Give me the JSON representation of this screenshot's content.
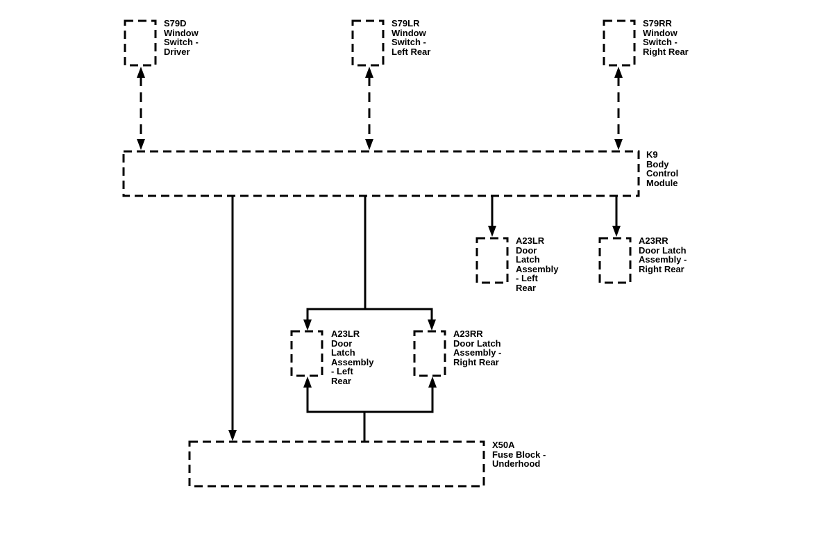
{
  "components": {
    "s79d": {
      "id": "S79D",
      "name": "Window\nSwitch -\nDriver"
    },
    "s79lr": {
      "id": "S79LR",
      "name": "Window\nSwitch -\nLeft Rear"
    },
    "s79rr": {
      "id": "S79RR",
      "name": "Window\nSwitch -\nRight Rear"
    },
    "k9": {
      "id": "K9",
      "name": "Body\nControl\nModule"
    },
    "a23lr_upper": {
      "id": "A23LR",
      "name": "Door\nLatch\nAssembly\n- Left\nRear"
    },
    "a23rr_upper": {
      "id": "A23RR",
      "name": "Door Latch\nAssembly -\nRight Rear"
    },
    "a23lr_lower": {
      "id": "A23LR",
      "name": "Door\nLatch\nAssembly\n- Left\nRear"
    },
    "a23rr_lower": {
      "id": "A23RR",
      "name": "Door Latch\nAssembly -\nRight Rear"
    },
    "x50a": {
      "id": "X50A",
      "name": "Fuse Block -\nUnderhood"
    }
  },
  "colors": {
    "line": "#000000",
    "background": "#ffffff"
  }
}
